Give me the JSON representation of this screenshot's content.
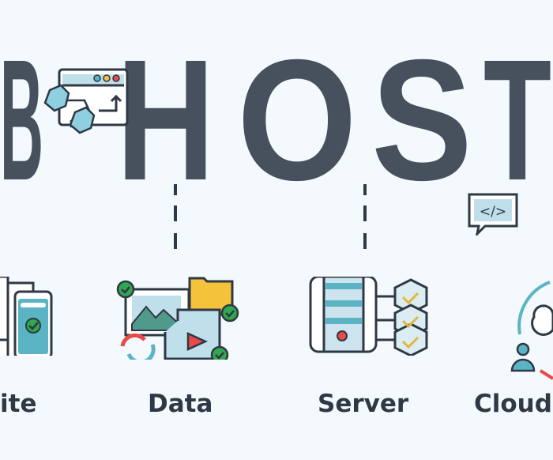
{
  "headline": {
    "letters": [
      "B",
      "H",
      "O",
      "S",
      "T"
    ]
  },
  "categories": [
    {
      "label": "ite",
      "icon": "website-devices-icon"
    },
    {
      "label": "Data",
      "icon": "data-files-icon"
    },
    {
      "label": "Server",
      "icon": "server-icon"
    },
    {
      "label": "Cloud",
      "icon": "cloud-user-icon"
    }
  ],
  "decorations": {
    "browser_icon": "browser-window-icon",
    "code_icon": "code-bubble-icon",
    "code_text": "</>"
  },
  "colors": {
    "text": "#47515e",
    "background": "#f3f9fc",
    "teal": "#5bb4c4",
    "green": "#2fa84f",
    "red": "#e84a4a",
    "yellow": "#f5c23c"
  }
}
